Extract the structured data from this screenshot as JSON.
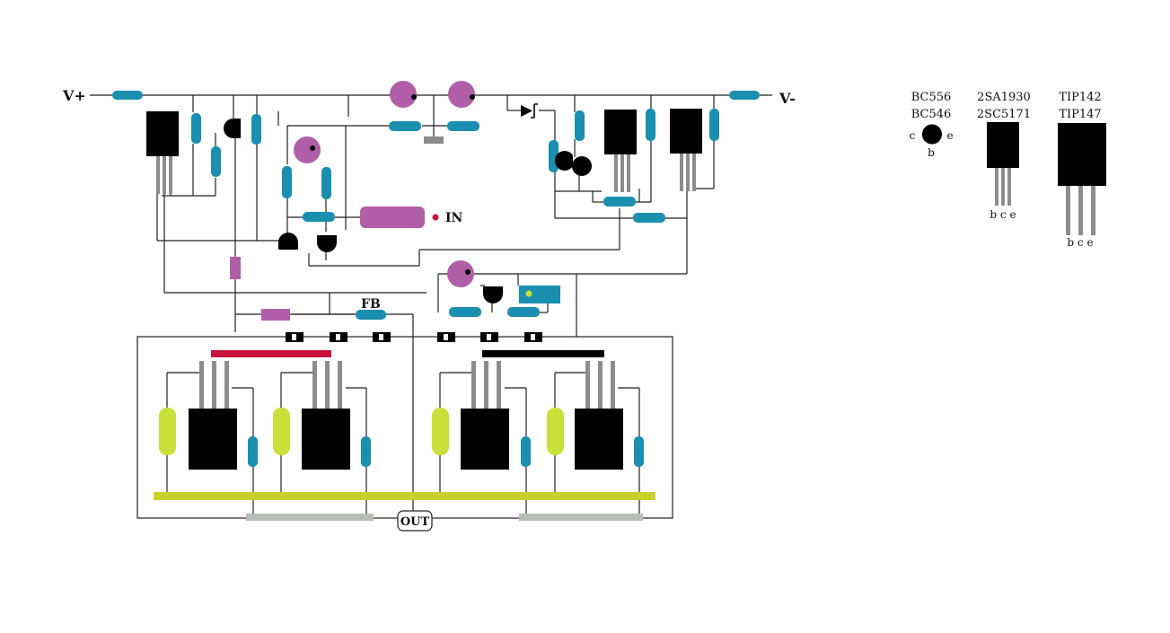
{
  "labels": {
    "v_plus": "V+",
    "v_minus": "V-",
    "input": "IN",
    "feedback": "FB",
    "output": "OUT"
  },
  "legend": {
    "small_transistor": {
      "line1": "BC556",
      "line2": "BC546",
      "pin_c": "c",
      "pin_b": "b",
      "pin_e": "e"
    },
    "driver_transistor": {
      "line1": "2SA1930",
      "line2": "2SC5171",
      "pins": "b c e"
    },
    "power_transistor": {
      "line1": "TIP142",
      "line2": "TIP147",
      "pins": "b c e"
    }
  },
  "colors": {
    "resistor": "#1a8fb0",
    "capacitor": "#b05ea8",
    "transistor": "#000000",
    "emitter_resistor": "#c7e03a",
    "heatsink_bar": "#c9d12a",
    "output_bar": "#b8bdb8",
    "rail_positive": "#c8143c",
    "rail_negative": "#000000",
    "lead": "#8c8c8c",
    "wire": "#222222",
    "input_dot": "#c8143c"
  }
}
